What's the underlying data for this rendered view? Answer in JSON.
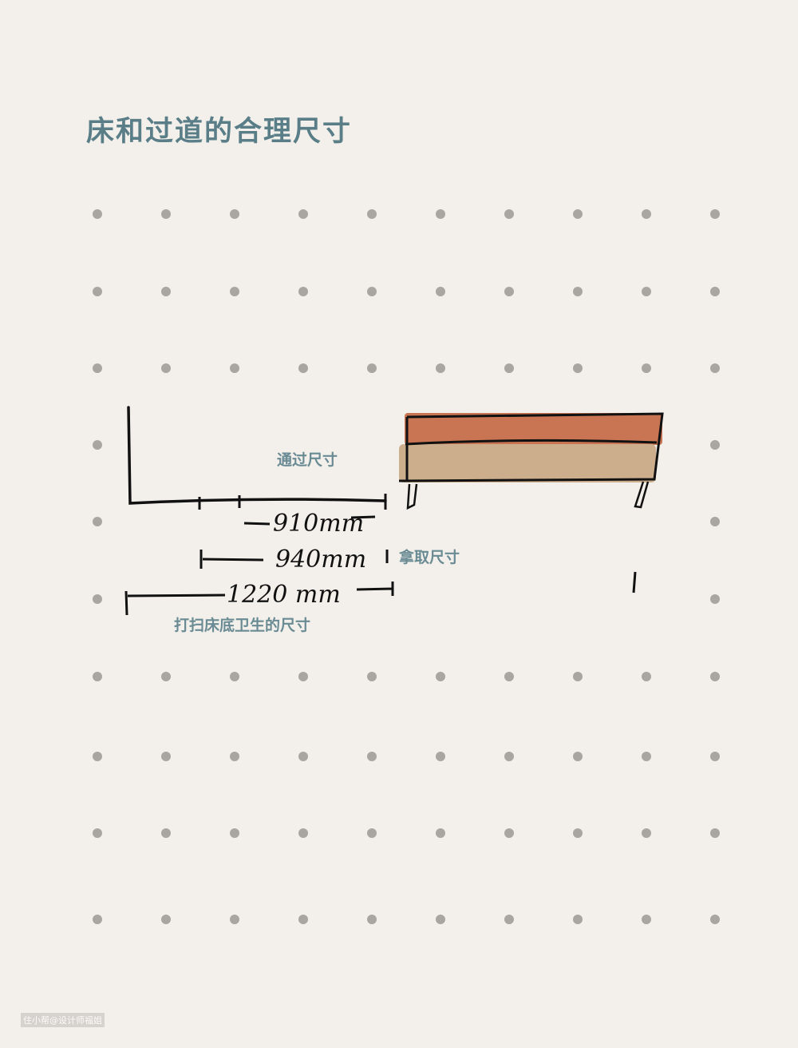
{
  "title": "床和过道的合理尺寸",
  "labels": {
    "pass": "通过尺寸",
    "take": "拿取尺寸",
    "clean": "打扫床底卫生的尺寸"
  },
  "dimensions": {
    "pass": "910mm",
    "take": "940mm",
    "clean": "1220 mm"
  },
  "watermark": "住小帮@设计师福姐",
  "colors": {
    "background": "#f3f0eb",
    "title": "#5a7e88",
    "mattress": "#c97553",
    "base": "#cdae8c",
    "dot": "#a9a6a2"
  }
}
